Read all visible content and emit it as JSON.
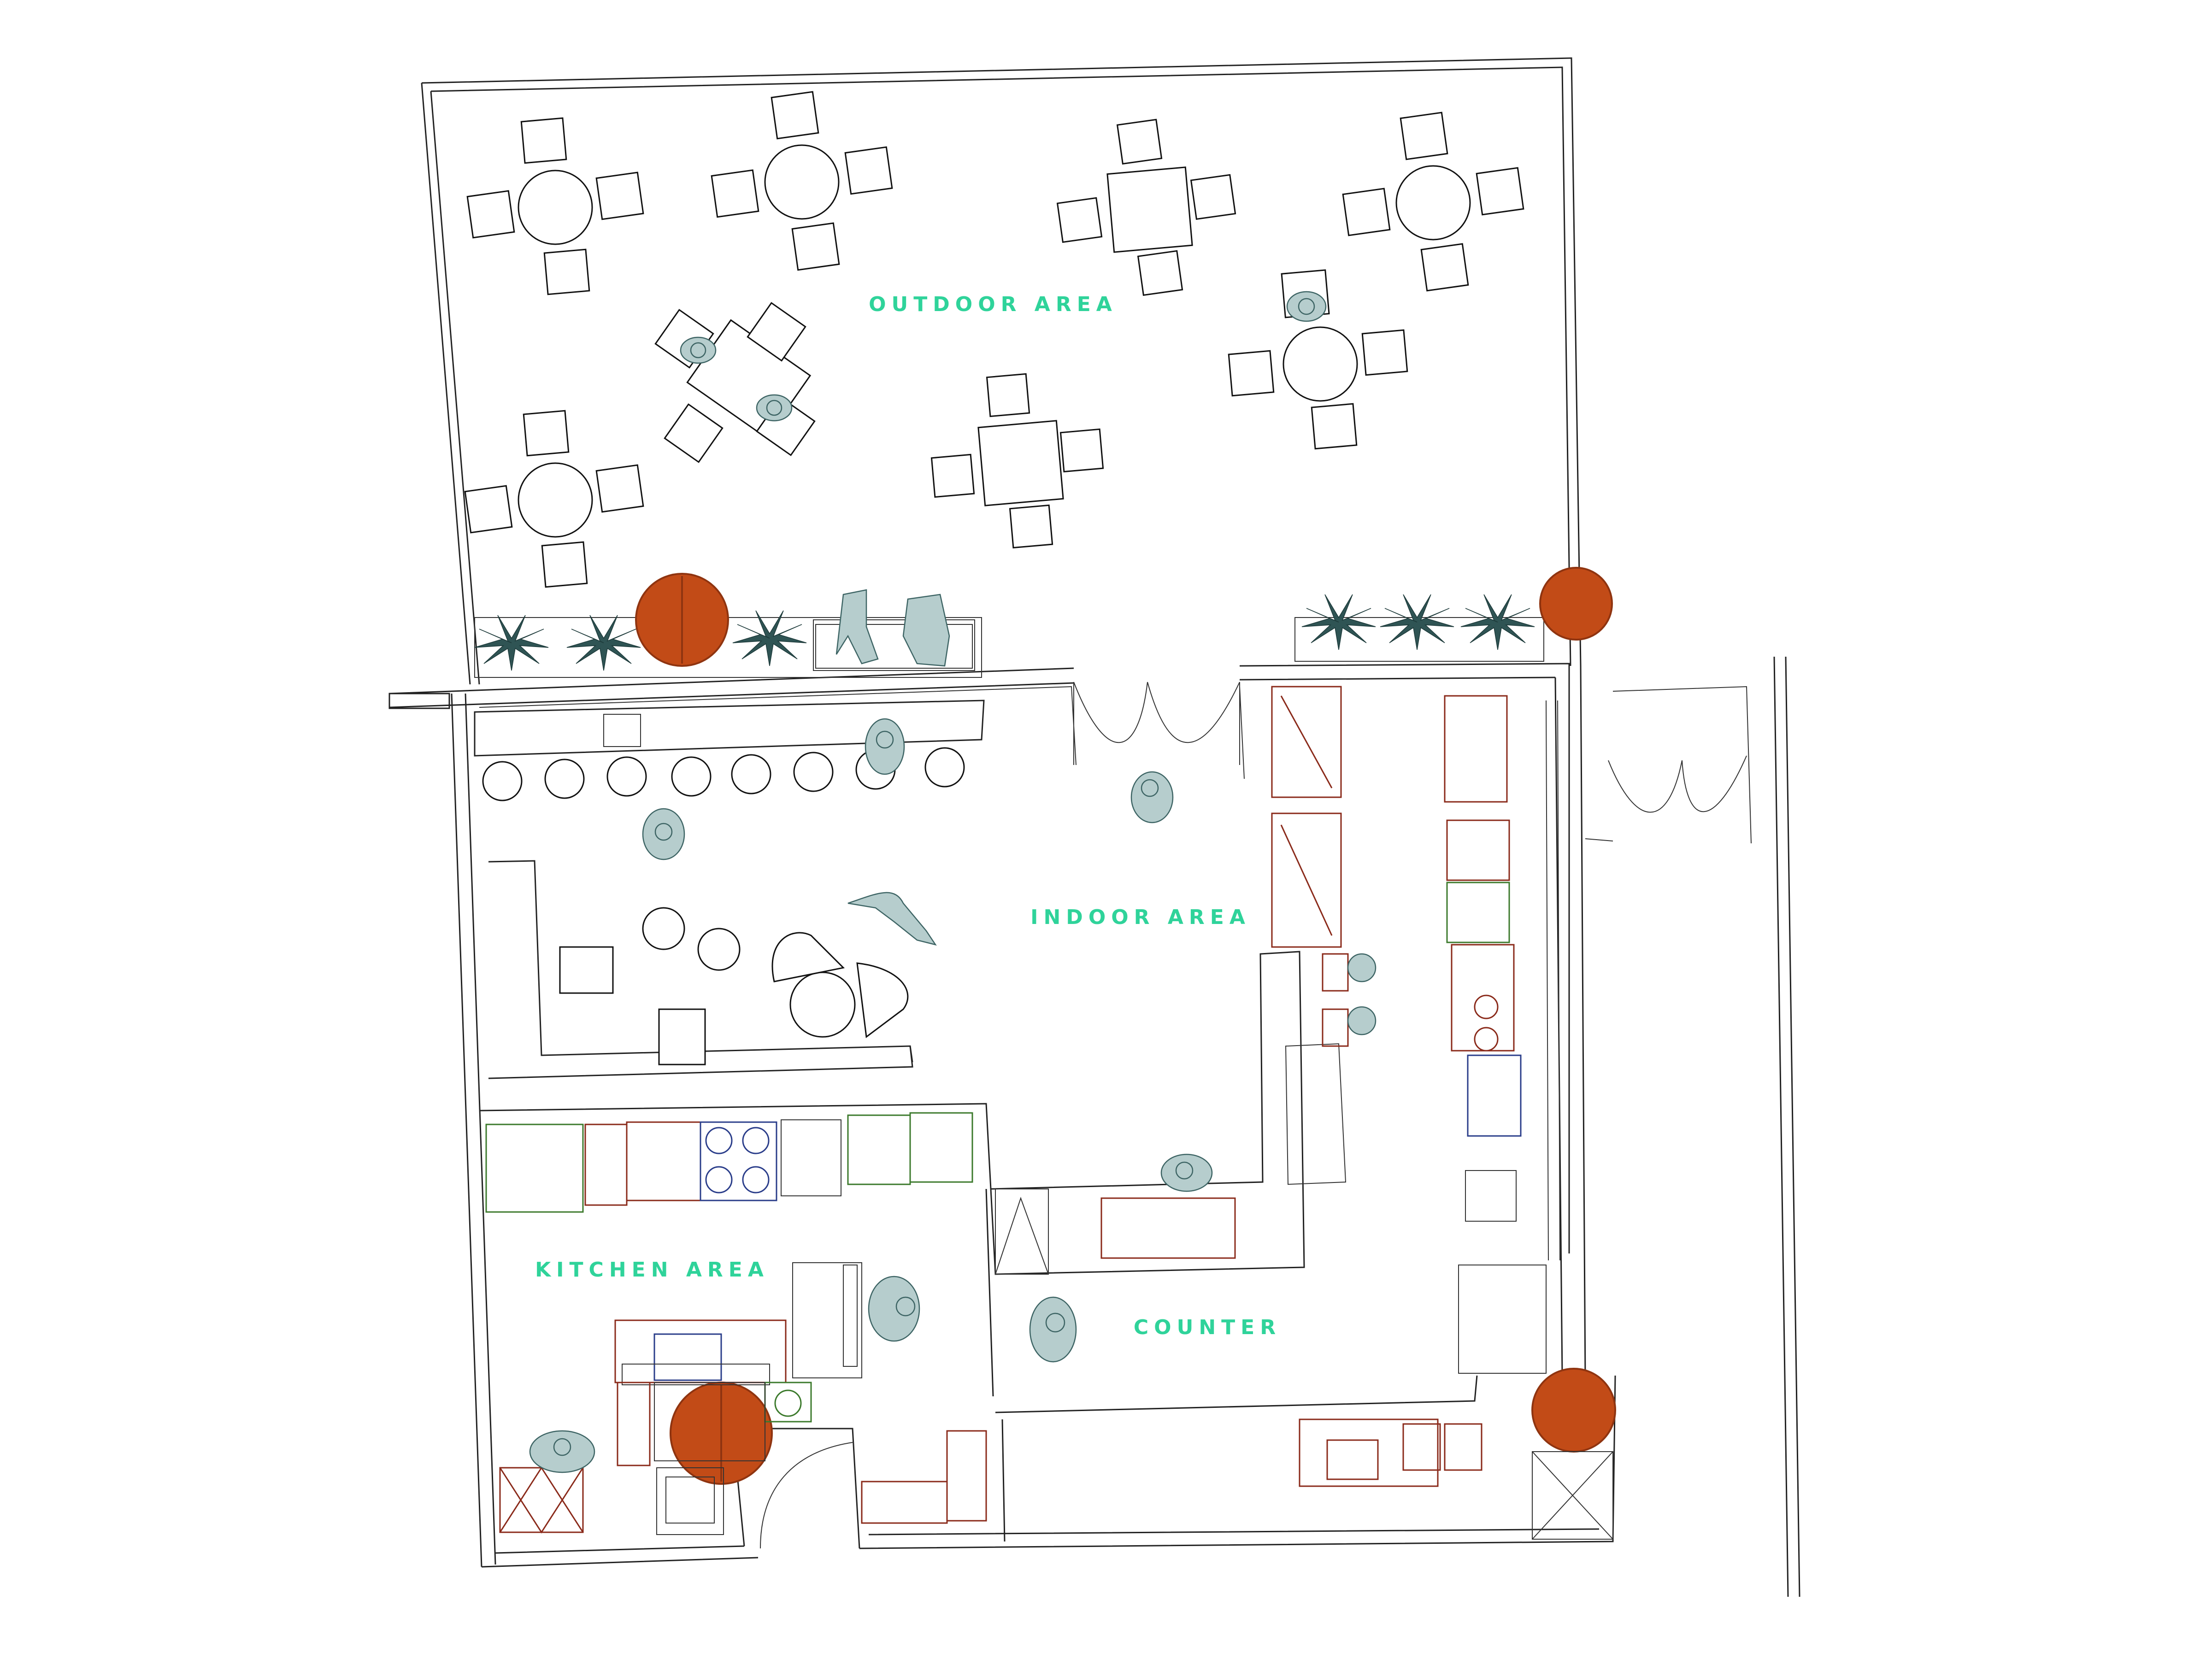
{
  "colors": {
    "label": "#2fd39a",
    "tree": "#c24b17",
    "wall": "#222222"
  },
  "labels": {
    "outdoor": "OUTDOOR AREA",
    "indoor": "INDOOR AREA",
    "kitchen": "KITCHEN AREA",
    "counter": "COUNTER"
  },
  "icons": [
    "round-table-icon",
    "square-table-icon",
    "chair-icon",
    "bar-stool-icon",
    "person-icon",
    "plant-icon",
    "tree-icon",
    "door-swing-icon",
    "stove-icon",
    "sink-icon"
  ]
}
